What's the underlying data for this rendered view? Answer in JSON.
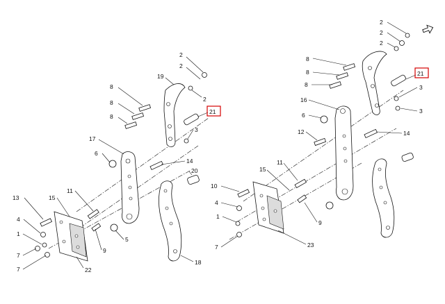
{
  "diagram": {
    "callouts_left": [
      "2",
      "2",
      "2",
      "19",
      "8",
      "8",
      "8",
      "21",
      "3",
      "17",
      "6",
      "14",
      "20",
      "13",
      "15",
      "11",
      "4",
      "1",
      "7",
      "7",
      "9",
      "5",
      "22",
      "18"
    ],
    "callouts_right": [
      "2",
      "2",
      "2",
      "8",
      "8",
      "8",
      "21",
      "3",
      "16",
      "3",
      "6",
      "14",
      "12",
      "11",
      "15",
      "10",
      "4",
      "1",
      "7",
      "9",
      "23"
    ],
    "highlighted_callout": "21",
    "nav_icon": "next-arrow-icon"
  }
}
